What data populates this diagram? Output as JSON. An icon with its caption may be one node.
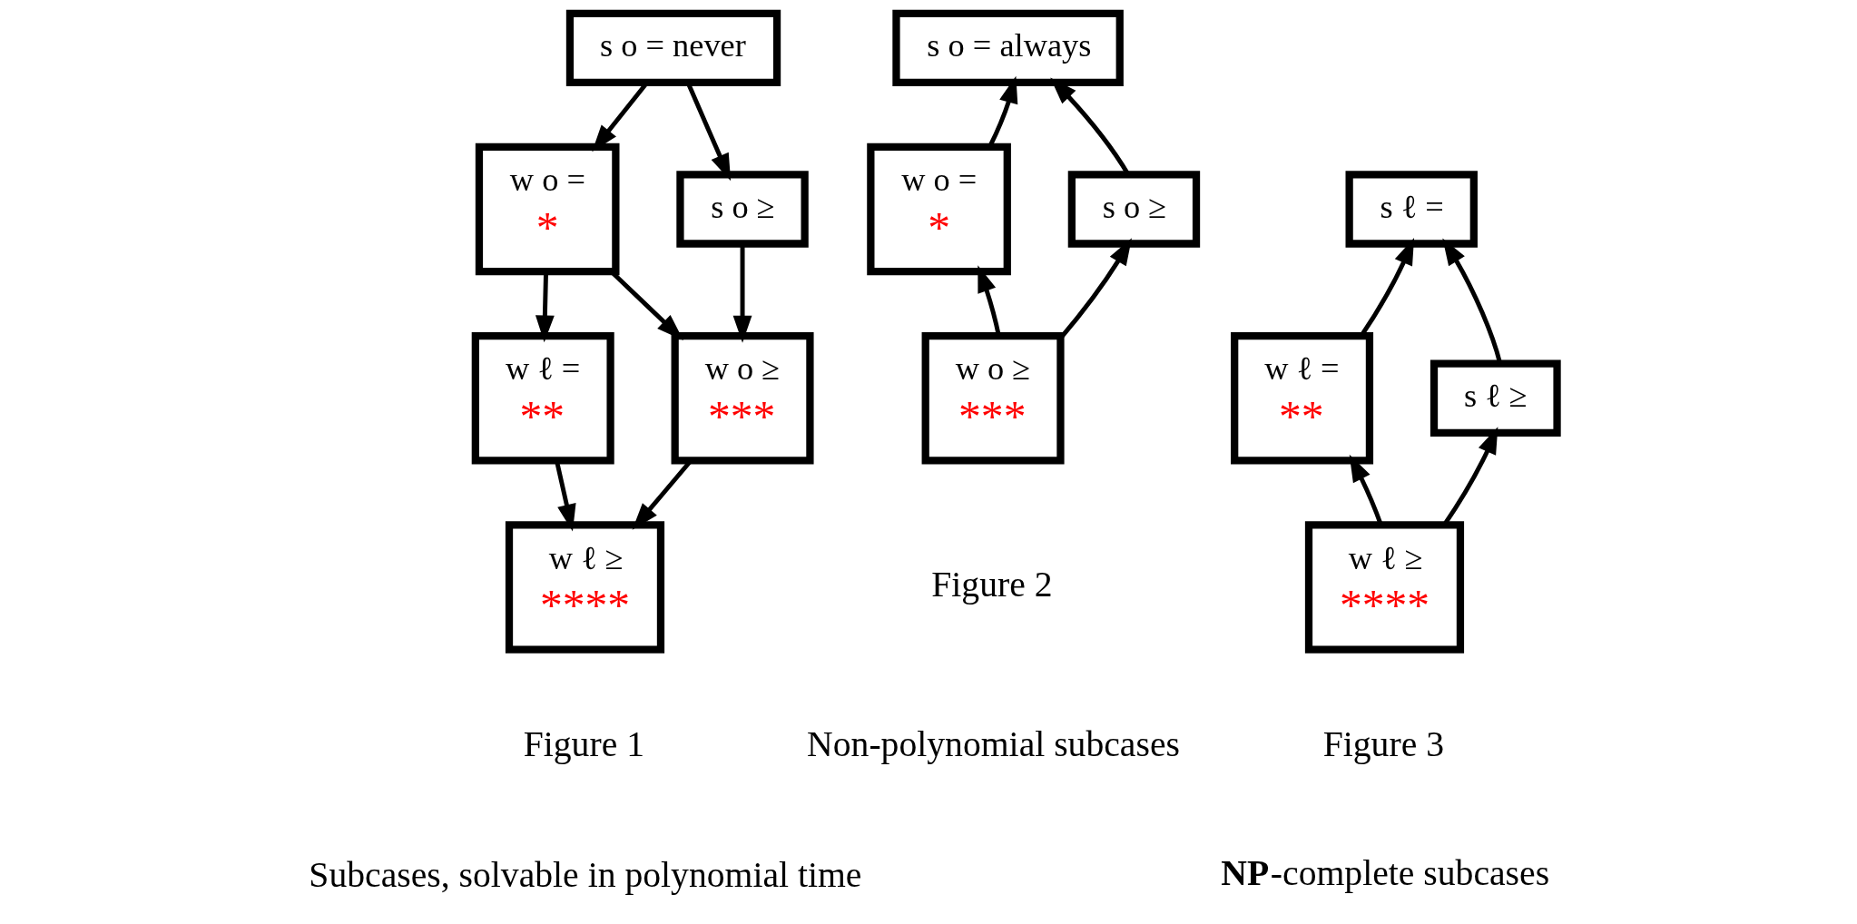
{
  "diagram": {
    "nodes": [
      {
        "text": [
          "s o = never"
        ]
      },
      {
        "text": [
          "w o =",
          "*"
        ]
      },
      {
        "text": [
          "s o ≥"
        ]
      },
      {
        "text": [
          "w ℓ =",
          "**"
        ]
      },
      {
        "text": [
          "w o ≥",
          "***"
        ]
      },
      {
        "text": [
          "w ℓ ≥",
          "****"
        ]
      },
      {
        "text": [
          "s o = always"
        ]
      },
      {
        "text": [
          "w o =",
          "*"
        ]
      },
      {
        "text": [
          "s o ≥"
        ]
      },
      {
        "text": [
          "w o ≥",
          "***"
        ]
      },
      {
        "text": [
          "s ℓ ="
        ]
      },
      {
        "text": [
          "w ℓ =",
          "**"
        ]
      },
      {
        "text": [
          "s ℓ ≥"
        ]
      },
      {
        "text": [
          "w ℓ ≥",
          "****"
        ]
      }
    ],
    "edges": [
      {
        "from": 0,
        "to": 1,
        "arrow": "to"
      },
      {
        "from": 0,
        "to": 2,
        "arrow": "to"
      },
      {
        "from": 1,
        "to": 3,
        "arrow": "to"
      },
      {
        "from": 1,
        "to": 4,
        "arrow": "to"
      },
      {
        "from": 2,
        "to": 4,
        "arrow": "to"
      },
      {
        "from": 3,
        "to": 5,
        "arrow": "to"
      },
      {
        "from": 4,
        "to": 5,
        "arrow": "to"
      },
      {
        "from": 7,
        "to": 6,
        "arrow": "to"
      },
      {
        "from": 8,
        "to": 6,
        "arrow": "to"
      },
      {
        "from": 9,
        "to": 7,
        "arrow": "to"
      },
      {
        "from": 9,
        "to": 8,
        "arrow": "to"
      },
      {
        "from": 11,
        "to": 10,
        "arrow": "to"
      },
      {
        "from": 12,
        "to": 10,
        "arrow": "to"
      },
      {
        "from": 13,
        "to": 11,
        "arrow": "to"
      },
      {
        "from": 13,
        "to": 12,
        "arrow": "to"
      }
    ],
    "labels": [
      "Figure 1",
      "Subcases, solvable in polynomial time",
      "Figure 2",
      "Non-polynomial subcases",
      "Figure 3",
      "**NP**-complete subcases"
    ]
  }
}
